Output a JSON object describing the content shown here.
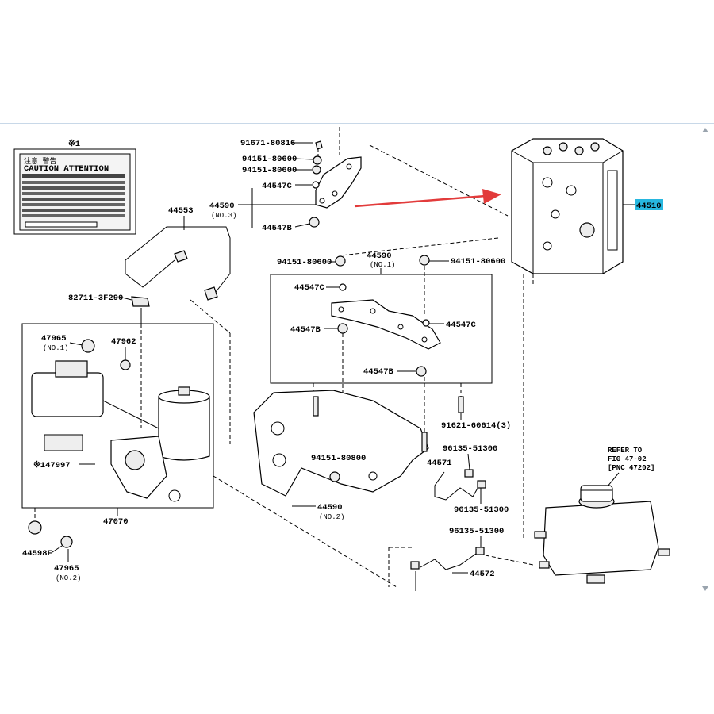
{
  "colors": {
    "highlight": "#27b7df",
    "arrow": "#e23b3b",
    "line": "#000000"
  },
  "icons": [
    "scroll-up-icon",
    "scroll-down-icon",
    "red-arrow-icon"
  ],
  "labels": {
    "caution_note_marker": "※1",
    "caution_label_line1": "CAUTION  ATTENTION",
    "p91671": "91671-80816",
    "p94151_a": "94151-80600",
    "p94151_b": "94151-80600",
    "p44547c_a": "44547C",
    "p44590_no3": "44590",
    "p44590_no3_sub": "(NO.3)",
    "p44547b_a": "44547B",
    "p44553": "44553",
    "p44510": "44510",
    "p94151_c": "94151-80600",
    "p44590_no1": "44590",
    "p44590_no1_sub": "(NO.1)",
    "p94151_d": "94151-80600",
    "p44547c_b": "44547C",
    "p44547b_b": "44547B",
    "p44547c_c": "44547C",
    "p44547b_c": "44547B",
    "p82711": "82711-3F290",
    "p47965_no1": "47965",
    "p47965_no1_sub": "(NO.1)",
    "p47962": "47962",
    "p147997": "※147997",
    "p47070": "47070",
    "p44598f": "44598F",
    "p47965_no2": "47965",
    "p47965_no2_sub": "(NO.2)",
    "p91621": "91621-60614(3)",
    "p94151_e": "94151-80800",
    "p44590_no2": "44590",
    "p44590_no2_sub": "(NO.2)",
    "p96135_a": "96135-51300",
    "p44571": "44571",
    "p96135_b": "96135-51300",
    "p96135_c": "96135-51300",
    "p44572": "44572",
    "refer1": "REFER TO",
    "refer2": "FIG 47-02",
    "refer3": "[PNC 47202]"
  }
}
